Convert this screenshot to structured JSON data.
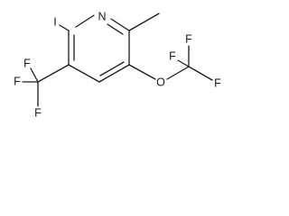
{
  "molecule": {
    "atoms": {
      "ring_nitrogen": "N",
      "iodine": "I",
      "ether_oxygen": "O",
      "cf3_fluorine_1": "F",
      "cf3_fluorine_2": "F",
      "cf3_fluorine_3": "F",
      "ocf3_fluorine_1": "F",
      "ocf3_fluorine_2": "F",
      "ocf3_fluorine_3": "F"
    }
  }
}
